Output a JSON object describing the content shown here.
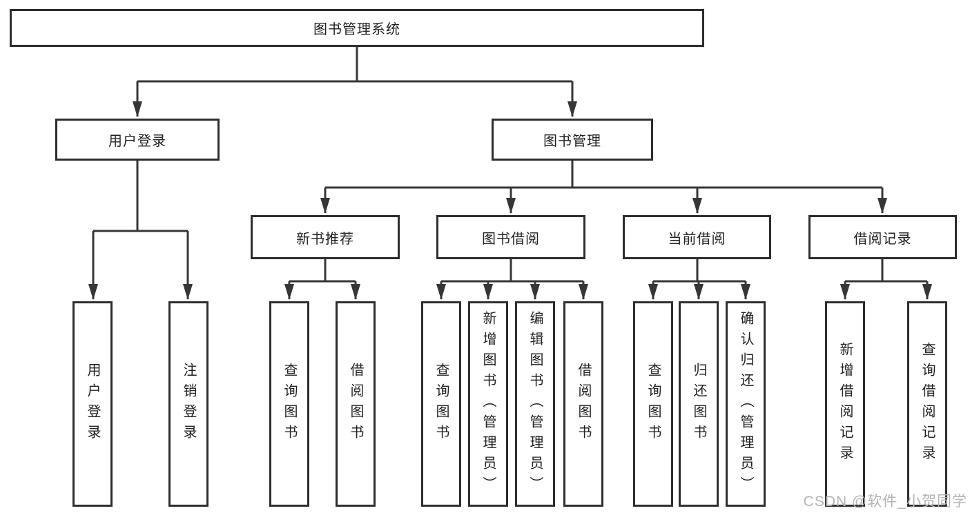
{
  "diagram": {
    "type": "hierarchy-tree",
    "colors": {
      "background": "#ffffff",
      "line": "#363636",
      "box_border": "#2d2d2d",
      "text": "#222222",
      "watermark": "#b4b4b4"
    },
    "nodes": {
      "root": "图书管理系统",
      "user_login": "用户登录",
      "book_mgmt": "图书管理",
      "new_book_rec": "新书推荐",
      "book_borrow": "图书借阅",
      "current_borrow": "当前借阅",
      "borrow_record": "借阅记录",
      "ul_login": "用户登录",
      "ul_logout": "注销登录",
      "nb_query": "查询图书",
      "nb_borrow": "借阅图书",
      "bb_query": "查询图书",
      "bb_add": "新增图书（管理员）",
      "bb_edit": "编辑图书（管理员）",
      "bb_borrow": "借阅图书",
      "cb_query": "查询图书",
      "cb_return": "归还图书",
      "cb_confirm": "确认归还（管理员）",
      "br_add": "新增借阅记录",
      "br_query": "查询借阅记录"
    },
    "edges": [
      {
        "from": "root",
        "to": "user_login"
      },
      {
        "from": "root",
        "to": "book_mgmt"
      },
      {
        "from": "user_login",
        "to": "ul_login"
      },
      {
        "from": "user_login",
        "to": "ul_logout"
      },
      {
        "from": "book_mgmt",
        "to": "new_book_rec"
      },
      {
        "from": "book_mgmt",
        "to": "book_borrow"
      },
      {
        "from": "book_mgmt",
        "to": "current_borrow"
      },
      {
        "from": "book_mgmt",
        "to": "borrow_record"
      },
      {
        "from": "new_book_rec",
        "to": "nb_query"
      },
      {
        "from": "new_book_rec",
        "to": "nb_borrow"
      },
      {
        "from": "book_borrow",
        "to": "bb_query"
      },
      {
        "from": "book_borrow",
        "to": "bb_add"
      },
      {
        "from": "book_borrow",
        "to": "bb_edit"
      },
      {
        "from": "book_borrow",
        "to": "bb_borrow"
      },
      {
        "from": "current_borrow",
        "to": "cb_query"
      },
      {
        "from": "current_borrow",
        "to": "cb_return"
      },
      {
        "from": "current_borrow",
        "to": "cb_confirm"
      },
      {
        "from": "borrow_record",
        "to": "br_add"
      },
      {
        "from": "borrow_record",
        "to": "br_query"
      }
    ],
    "watermark": "CSDN @软件_小贺同学"
  }
}
